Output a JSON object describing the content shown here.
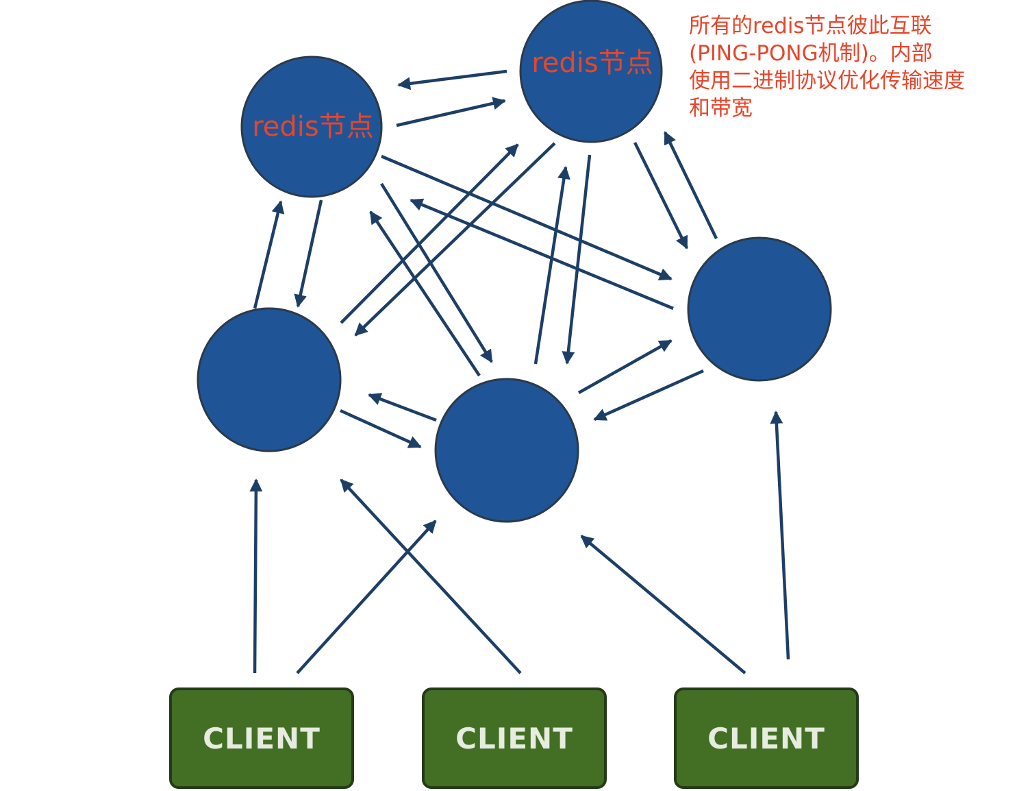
{
  "nodes": [
    {
      "id": "node-top-left",
      "label": "redis节点"
    },
    {
      "id": "node-top-right",
      "label": "redis节点"
    },
    {
      "id": "node-mid-left",
      "label": ""
    },
    {
      "id": "node-mid-right",
      "label": ""
    },
    {
      "id": "node-center-bottom",
      "label": ""
    }
  ],
  "clients": [
    {
      "id": "client-left",
      "label": "CLIENT"
    },
    {
      "id": "client-middle",
      "label": "CLIENT"
    },
    {
      "id": "client-right",
      "label": "CLIENT"
    }
  ],
  "annotation": {
    "lines": [
      "所有的redis节点彼此互联",
      "(PING-PONG机制)。内部",
      "使用二进制协议优化传输速度",
      "和带宽"
    ]
  },
  "colors": {
    "node_fill": "#1f5597",
    "node_stroke": "#2b3a4a",
    "arrow": "#1d3f66",
    "client_fill": "#436f25",
    "client_stroke": "#253a18",
    "client_text": "#e6ecdf",
    "label_text": "#e8452a"
  }
}
